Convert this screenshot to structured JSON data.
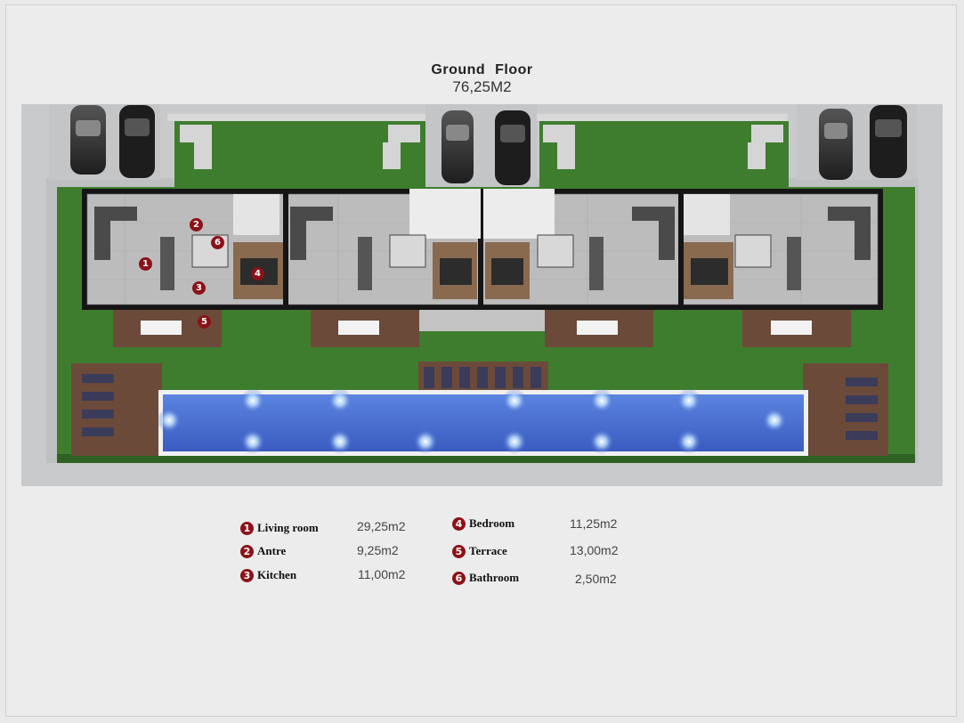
{
  "title": {
    "main": "Ground Floor",
    "area": "76,25M2"
  },
  "plan_markers": [
    "1",
    "2",
    "3",
    "4",
    "5",
    "6"
  ],
  "legend": [
    {
      "num": "1",
      "label": "Living room",
      "area": "29,25m2"
    },
    {
      "num": "2",
      "label": "Antre",
      "area": "9,25m2"
    },
    {
      "num": "3",
      "label": "Kitchen",
      "area": "11,00m2"
    },
    {
      "num": "4",
      "label": "Bedroom",
      "area": "11,25m2"
    },
    {
      "num": "5",
      "label": "Terrace",
      "area": "13,00m2"
    },
    {
      "num": "6",
      "label": "Bathroom",
      "area": "2,50m2"
    }
  ],
  "colors": {
    "marker": "#8b1218",
    "lawn": "#3f7d2e",
    "pool": "#3d63c9",
    "floor": "#bdbdbd",
    "wall": "#1c1c1c",
    "deck": "#6b4a3a"
  }
}
